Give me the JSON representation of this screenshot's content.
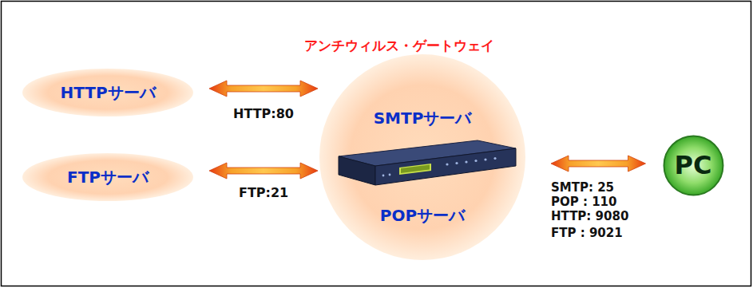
{
  "diagram": {
    "title": "アンチウィルス・ゲートウェイ",
    "nodes": [
      {
        "text": [
          "HTTPサーバ"
        ]
      },
      {
        "text": [
          "FTPサーバ"
        ]
      },
      {
        "text": [
          "SMTPサーバ",
          "POPサーバ"
        ]
      },
      {
        "text": [
          "PC"
        ]
      }
    ],
    "edges": [
      {
        "from": 0,
        "to": 2,
        "label": "HTTP:80",
        "arrow": "both"
      },
      {
        "from": 1,
        "to": 2,
        "label": "FTP:21",
        "arrow": "both"
      },
      {
        "from": 2,
        "to": 3,
        "arrow": "both"
      }
    ],
    "labels": [
      "SMTP: 25",
      "POP : 110",
      "HTTP: 9080",
      "FTP : 9021"
    ]
  }
}
